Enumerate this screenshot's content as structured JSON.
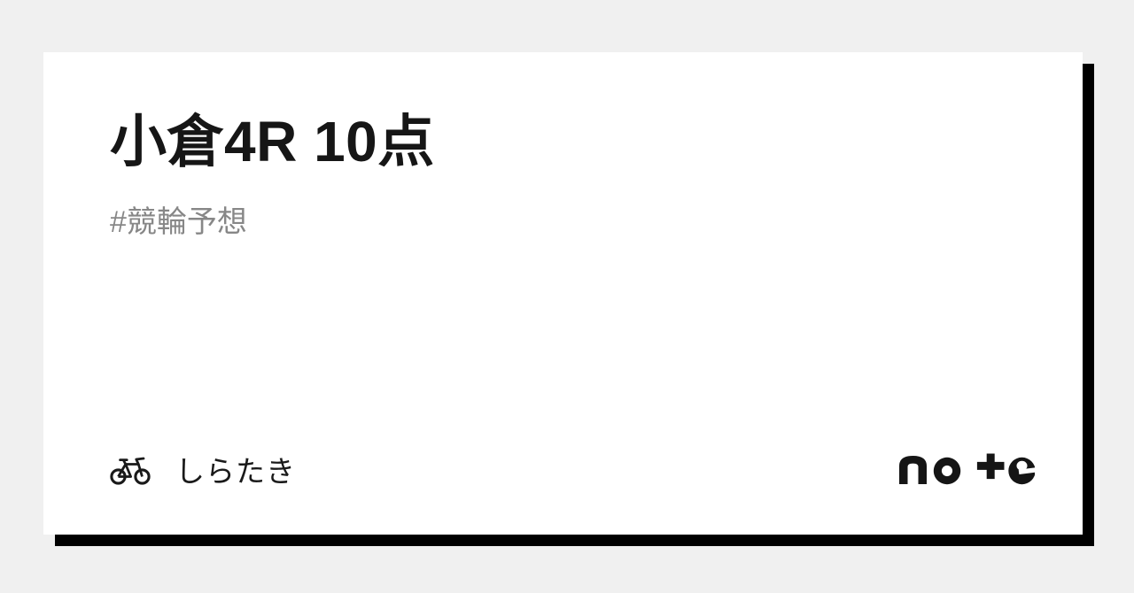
{
  "page": {
    "title": "小倉4R 10点",
    "hashtag": "#競輪予想",
    "author": {
      "name": "しらたき",
      "icon": "bicycle-icon"
    },
    "brand": {
      "name": "note",
      "logo_text": "no+e"
    }
  },
  "colors": {
    "background": "#f0f0f0",
    "card": "#ffffff",
    "card_shadow": "#000000",
    "title": "#161616",
    "hashtag": "#878787",
    "author": "#1a1a1a",
    "logo": "#151515"
  }
}
